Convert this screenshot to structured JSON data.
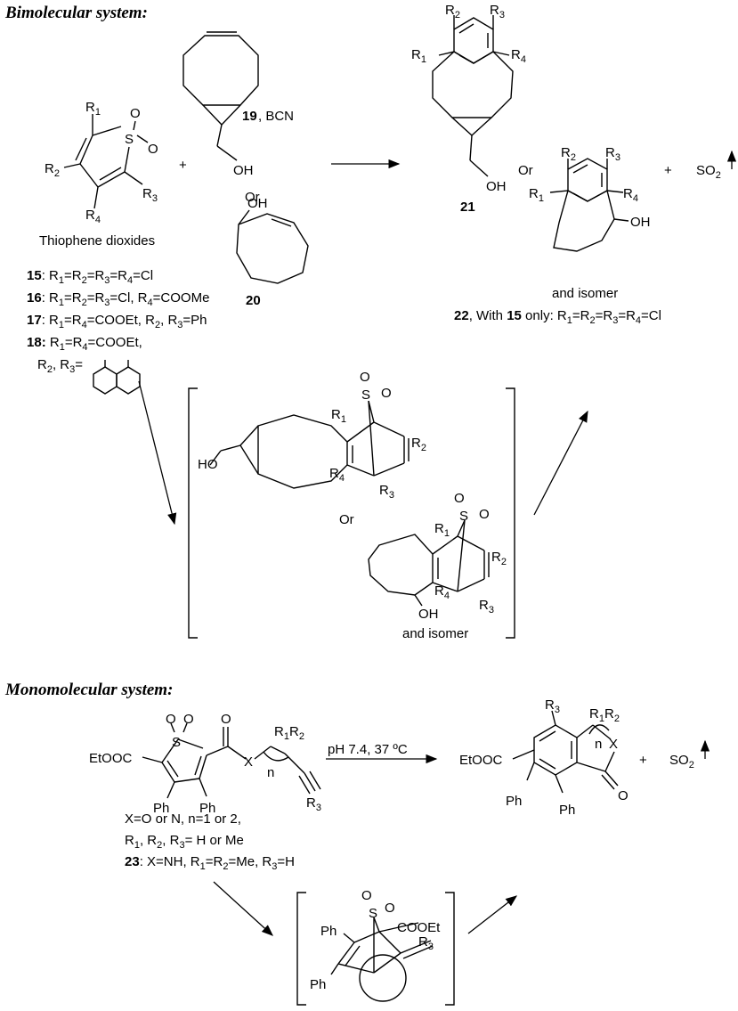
{
  "headers": {
    "bimolecular": "Bimolecular system:",
    "monomolecular": "Monomolecular system:"
  },
  "top": {
    "thiophene_label": "Thiophene dioxides",
    "plus": "+",
    "or": "Or",
    "bcn_label_num": "19",
    "bcn_label_text": ", BCN",
    "tco_num": "20",
    "product21_num": "21",
    "or2": "Or",
    "plus2": "+",
    "so2": "SO",
    "so2_sub": "2",
    "and_isomer": "and isomer",
    "p22_num": "22",
    "p22_text": ", With ",
    "p22_ref": "15",
    "p22_rest": " only: R",
    "compounds": {
      "c15_num": "15",
      "c16_num": "16",
      "c17_num": "17",
      "c18_num": "18"
    }
  },
  "mid": {
    "or": "Or",
    "and_isomer": "and isomer"
  },
  "bottom": {
    "conditions": "pH 7.4, 37 ºC",
    "plus": "+",
    "so2": "SO",
    "so2_sub": "2",
    "line1": "X=O or N, n=1 or 2,",
    "line2_tail": "= H or Me",
    "c23_num": "23",
    "c23_text": ": X=NH, R",
    "c23_tail": "=Me, R",
    "c23_end": "=H"
  },
  "atoms": {
    "S": "S",
    "O": "O",
    "OH": "OH",
    "HO": "HO",
    "EtOOC": "EtOOC",
    "Ph": "Ph",
    "COOEt": "COOEt",
    "X": "X",
    "n": "n"
  }
}
